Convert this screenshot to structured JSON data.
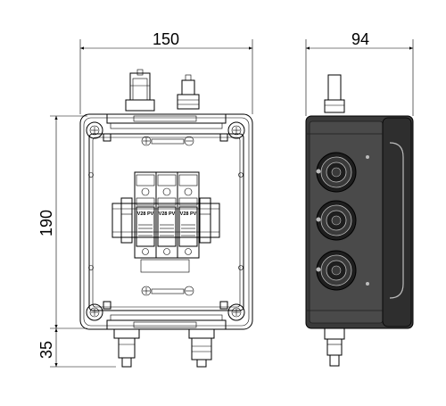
{
  "dimensions": {
    "front_width": "150",
    "side_depth": "94",
    "height": "190",
    "connector_length": "35"
  },
  "module_labels": [
    "V28 PV",
    "V28 PV",
    "V28 PV"
  ],
  "colors": {
    "line": "#000000",
    "background": "#ffffff",
    "side_body": "#3a3a3a",
    "side_dark": "#1e1e1e"
  }
}
